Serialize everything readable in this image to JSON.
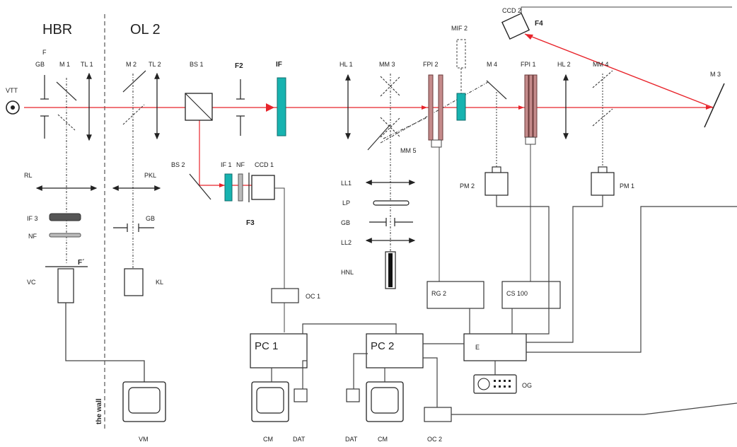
{
  "colors": {
    "beam": "#e8242b",
    "filter": "#17b3b0",
    "fpi": "#c48a8a",
    "line": "#444444",
    "dark_filter": "#555555"
  },
  "regions": {
    "left": "HBR",
    "right": "OL 2",
    "wall": "the wall"
  },
  "labels": {
    "vtt": "VTT",
    "f": "F",
    "gb1": "GB",
    "m1": "M 1",
    "tl1": "TL 1",
    "m2": "M 2",
    "tl2": "TL 2",
    "bs1": "BS 1",
    "f2": "F2",
    "if": "IF",
    "hl1": "HL 1",
    "mm3": "MM 3",
    "fpi2": "FPI 2",
    "mif2": "MIF 2",
    "m4": "M 4",
    "fpi1": "FPI 1",
    "hl2": "HL 2",
    "mm4": "MM 4",
    "m3": "M 3",
    "ccd2": "CCD 2",
    "f4": "F4",
    "mm5": "MM 5",
    "rl": "RL",
    "pkl": "PKL",
    "bs2": "BS 2",
    "if1": "IF 1",
    "nf1": "NF",
    "ccd1": "CCD 1",
    "f3": "F3",
    "ll1": "LL1",
    "lp": "LP",
    "gb3": "GB",
    "ll2": "LL2",
    "hnl": "HNL",
    "pm2": "PM 2",
    "pm1": "PM 1",
    "if3": "IF 3",
    "nf2": "NF",
    "gb2": "GB",
    "fprime": "F´",
    "vc": "VC",
    "kl": "KL",
    "oc1": "OC 1",
    "rg2": "RG 2",
    "cs100": "CS 100",
    "pc1": "PC 1",
    "pc2": "PC 2",
    "e": "E",
    "og": "OG",
    "oc2": "OC 2",
    "vm": "VM",
    "cm1": "CM",
    "dat1": "DAT",
    "dat2": "DAT",
    "cm2": "CM"
  }
}
